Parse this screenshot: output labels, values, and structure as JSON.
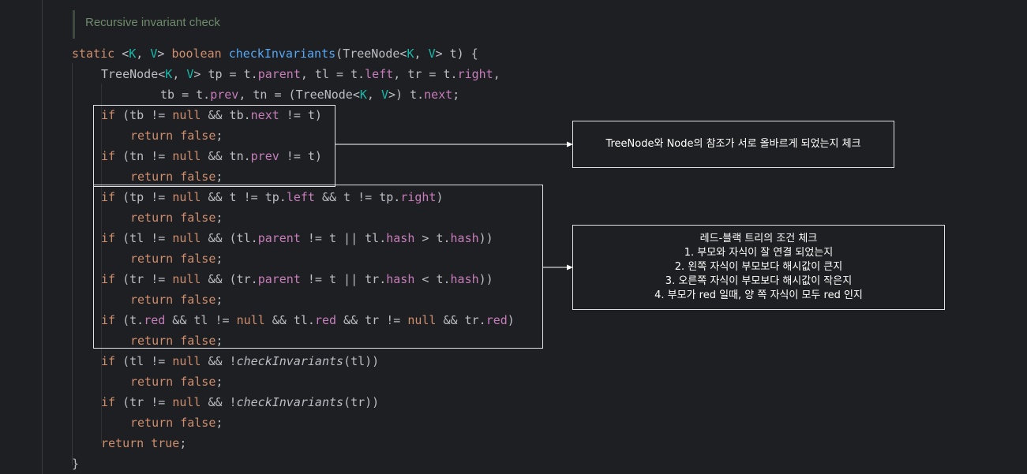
{
  "caption": "Recursive invariant check",
  "code": {
    "l1": {
      "kw_static": "static",
      "lt": " <",
      "K": "K",
      ", ": ", ",
      "V": "V",
      "gt": "> ",
      "kw_bool": "boolean",
      "sp": " ",
      "fn": "checkInvariants",
      "rest1": "(TreeNode<",
      "K2": "K",
      ", 2": ", ",
      "V2": "V",
      "rest2": "> t) {"
    },
    "l2": {
      "a": "TreeNode<",
      "K": "K",
      "b": ", ",
      "V": "V",
      "c": "> tp = t.",
      "f1": "parent",
      "d": ", tl = t.",
      "f2": "left",
      "e": ", tr = t.",
      "f3": "right",
      "g": ","
    },
    "l3": {
      "a": "tb = t.",
      "f1": "prev",
      "b": ", tn = (TreeNode<",
      "K": "K",
      "c": ", ",
      "V": "V",
      "d": ">) t.",
      "f2": "next",
      "e": ";"
    },
    "l4": {
      "kw": "if",
      "a": " (tb != ",
      "null": "null",
      "b": " && tb.",
      "f": "next",
      "c": " != t)"
    },
    "l5": {
      "kw": "return false",
      "a": ";"
    },
    "l6": {
      "kw": "if",
      "a": " (tn != ",
      "null": "null",
      "b": " && tn.",
      "f": "prev",
      "c": " != t)"
    },
    "l7": {
      "kw": "return false",
      "a": ";"
    },
    "l8": {
      "kw": "if",
      "a": " (tp != ",
      "null": "null",
      "b": " && t != tp.",
      "f1": "left",
      "c": " && t != tp.",
      "f2": "right",
      "d": ")"
    },
    "l9": {
      "kw": "return false",
      "a": ";"
    },
    "l10": {
      "kw": "if",
      "a": " (tl != ",
      "null": "null",
      "b": " && (tl.",
      "f1": "parent",
      "c": " != t || tl.",
      "f2": "hash",
      "d": " > t.",
      "f3": "hash",
      "e": "))"
    },
    "l11": {
      "kw": "return false",
      "a": ";"
    },
    "l12": {
      "kw": "if",
      "a": " (tr != ",
      "null": "null",
      "b": " && (tr.",
      "f1": "parent",
      "c": " != t || tr.",
      "f2": "hash",
      "d": " < t.",
      "f3": "hash",
      "e": "))"
    },
    "l13": {
      "kw": "return false",
      "a": ";"
    },
    "l14": {
      "kw": "if",
      "a": " (t.",
      "f1": "red",
      "b": " && tl != ",
      "null1": "null",
      "c": " && tl.",
      "f2": "red",
      "d": " && tr != ",
      "null2": "null",
      "e": " && tr.",
      "f3": "red",
      "g": ")"
    },
    "l15": {
      "kw": "return false",
      "a": ";"
    },
    "l16": {
      "kw": "if",
      "a": " (tl != ",
      "null": "null",
      "b": " && !",
      "fn": "checkInvariants",
      "c": "(tl))"
    },
    "l17": {
      "kw": "return false",
      "a": ";"
    },
    "l18": {
      "kw": "if",
      "a": " (tr != ",
      "null": "null",
      "b": " && !",
      "fn": "checkInvariants",
      "c": "(tr))"
    },
    "l19": {
      "kw": "return false",
      "a": ";"
    },
    "l20": {
      "kw": "return true",
      "a": ";"
    },
    "l21": {
      "a": "}"
    }
  },
  "notes": {
    "top": "TreeNode와 Node의 참조가 서로 올바르게 되었는지 체크",
    "bottom": [
      "레드-블랙 트리의 조건 체크",
      "1. 부모와 자식이 잘 연결 되었는지",
      "2. 왼쪽 자식이 부모보다 해시값이 큰지",
      "3. 오른쪽 자식이 부모보다 해시값이 작은지",
      "4. 부모가 red 일때, 양 쪽 자식이 모두 red 인지"
    ]
  }
}
